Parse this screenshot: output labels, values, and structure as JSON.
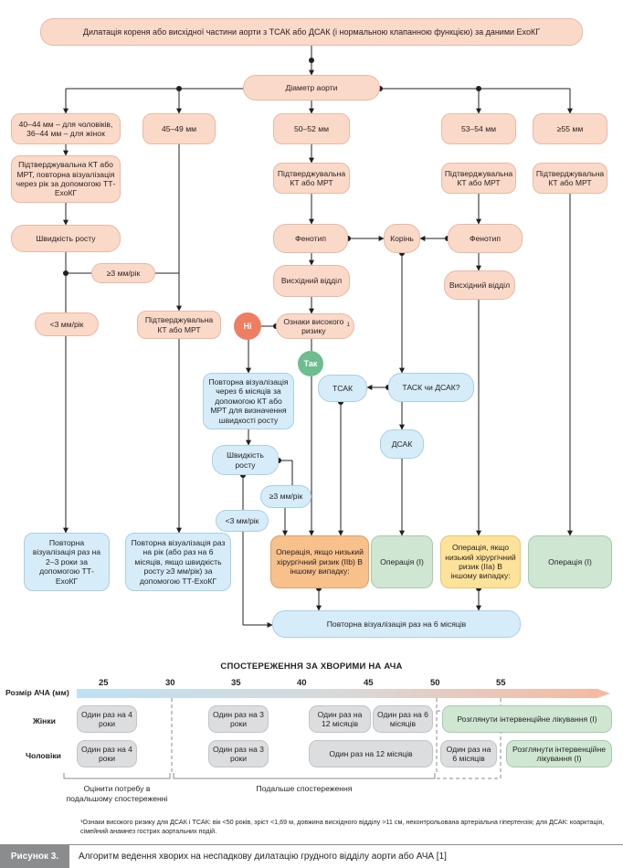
{
  "flow": {
    "top": "Дилатація кореня або висхідної частини аорти з ТСАК або ДСАК (і нормальною клапанною функцією) за даними ЕхоКГ",
    "diameter": "Діаметр аорти",
    "range_40": "40–44 мм – для чоловіків, 36–44 мм – для жінок",
    "range_45": "45–49 мм",
    "range_50": "50–52 мм",
    "range_53": "53–54 мм",
    "range_55": "≥55 мм",
    "confirm_ct_mrt_repeat": "Підтверджувальна КТ або МРТ, повторна візуалізація через рік за допомогою ТТ-ЕхоКГ",
    "growth_rate": "Швидкість росту",
    "ge3": "≥3 мм/рік",
    "lt3": "<3 мм/рік",
    "confirm_45": "Підтверджувальна КТ або МРТ",
    "confirm_50": "Підтверджувальна КТ або МРТ",
    "confirm_53": "Підтверджувальна КТ або МРТ",
    "confirm_55": "Підтверджувальна КТ або МРТ",
    "phenotype_left": "Фенотип",
    "root": "Корінь",
    "phenotype_right": "Фенотип",
    "ascending_left": "Висхідний відділ",
    "ascending_right": "Висхідний відділ",
    "no": "Ні",
    "yes": "Так",
    "high_risk": "Ознаки високого ризику",
    "high_risk_sup": "1",
    "repeat_6m_ct": "Повторна візуалізація через 6 місяців за допомогою КТ або МРТ для визначення швидкості росту",
    "tsak": "ТСАК",
    "tsak_or_dsak": "ТАСК чи ДСАК?",
    "dsak": "ДСАК",
    "growth_rate_2": "Швидкість росту",
    "ge3_2": "≥3 мм/рік",
    "lt3_2": "<3 мм/рік",
    "out_repeat_2_3": "Повторна візуалізація раз на 2–3 роки за допомогою ТТ-ЕхоКГ",
    "out_repeat_yearly": "Повторна візуалізація раз на рік (або раз на 6 місяців, якщо швидкість росту ≥3 мм/рік) за допомогою ТТ-ЕхоКГ",
    "out_op_IIb": "Операція, якщо низький хірургічний ризик (IIb) В іншому випадку:",
    "out_op_I_mid": "Операція (І)",
    "out_op_IIa": "Операція, якщо низький хірургічний ризик (IIa) В іншому випадку:",
    "out_op_I_right": "Операція (І)",
    "repeat_6m": "Повторна візуалізація раз на 6 місяців"
  },
  "timeline": {
    "title": "СПОСТЕРЕЖЕННЯ ЗА ХВОРИМИ НА АЧА",
    "axis_label": "Розмір АЧА (мм)",
    "ticks": [
      "25",
      "30",
      "35",
      "40",
      "45",
      "50",
      "55"
    ],
    "women_label": "Жінки",
    "men_label": "Чоловіки",
    "women": {
      "c1": "Один раз на 4 роки",
      "c2": "Один раз на 3 роки",
      "c3": "Один раз на 12 місяців",
      "c4": "Один раз на 6 місяців",
      "c5": "Розглянути інтервенційне лікування (І)"
    },
    "men": {
      "c1": "Один раз на 4 роки",
      "c2": "Один раз на 3 роки",
      "c3": "Один раз на 12 місяців",
      "c4": "Один раз на 6 місяців",
      "c5": "Розглянути інтервенційне лікування (І)"
    },
    "brace1": "Оцінити потребу в подальшому спостереженні",
    "brace2": "Подальше спостереження",
    "colors": {
      "start": "#bfe1f3",
      "mid": "#d9d9d9",
      "end": "#f7b8a0"
    }
  },
  "footnote": "¹Ознаки високого ризику для ДСАК і ТСАК: вік <50 років, зріст <1,69 м, довжина висхідного відділу >11 см, неконтрольована артеріальна гіпертензія; для ДСАК: коарктація, сімейний анамнез гострих аортальних подій.",
  "caption": {
    "tag": "Рисунок 3.",
    "text": "Алгоритм ведення хворих на неспадкову дилатацію грудного відділу аорти або АЧА [1]"
  }
}
